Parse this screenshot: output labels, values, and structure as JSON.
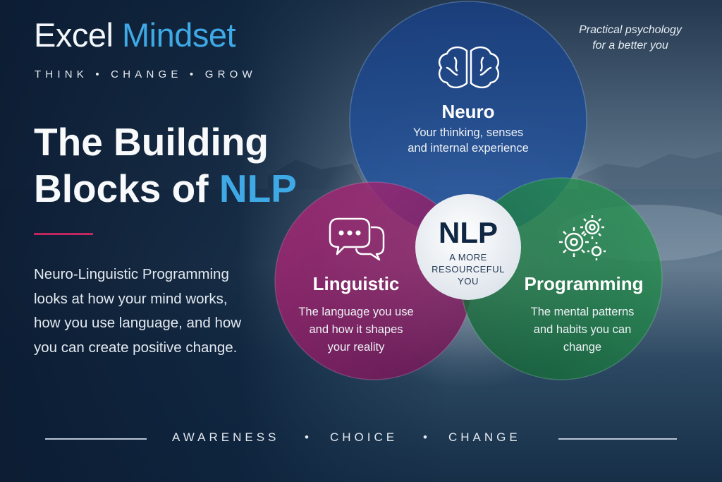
{
  "brand": {
    "word1": "Excel",
    "word2": "Mindset",
    "tagline": "THINK • CHANGE • GROW"
  },
  "practical": {
    "line1": "Practical psychology",
    "line2": "for a better you"
  },
  "title": {
    "line1": "The Building",
    "line2_prefix": "Blocks of ",
    "line2_accent": "NLP"
  },
  "description": [
    "Neuro-Linguistic Programming",
    "looks at how your mind works,",
    "how you use language, and how",
    "you can create positive change."
  ],
  "venn": {
    "neuro": {
      "title": "Neuro",
      "lines": [
        "Your thinking, senses",
        "and internal experience"
      ],
      "icon": "brain-icon"
    },
    "linguistic": {
      "title": "Linguistic",
      "lines": [
        "The language you use",
        "and how it shapes",
        "your reality"
      ],
      "icon": "speech-bubbles-icon"
    },
    "programming": {
      "title": "Programming",
      "lines": [
        "The mental patterns",
        "and habits you can",
        "change"
      ],
      "icon": "gears-icon"
    },
    "center": {
      "title": "NLP",
      "lines": [
        "A MORE",
        "RESOURCEFUL",
        "YOU"
      ]
    }
  },
  "footer": {
    "words": [
      "AWARENESS",
      "CHOICE",
      "CHANGE"
    ],
    "separator": "•"
  },
  "colors": {
    "accent_blue": "#3fa9e6",
    "accent_red": "#c0275f",
    "neuro": "#1d4a8a",
    "linguistic": "#9a1f68",
    "programming": "#1e7d45"
  }
}
